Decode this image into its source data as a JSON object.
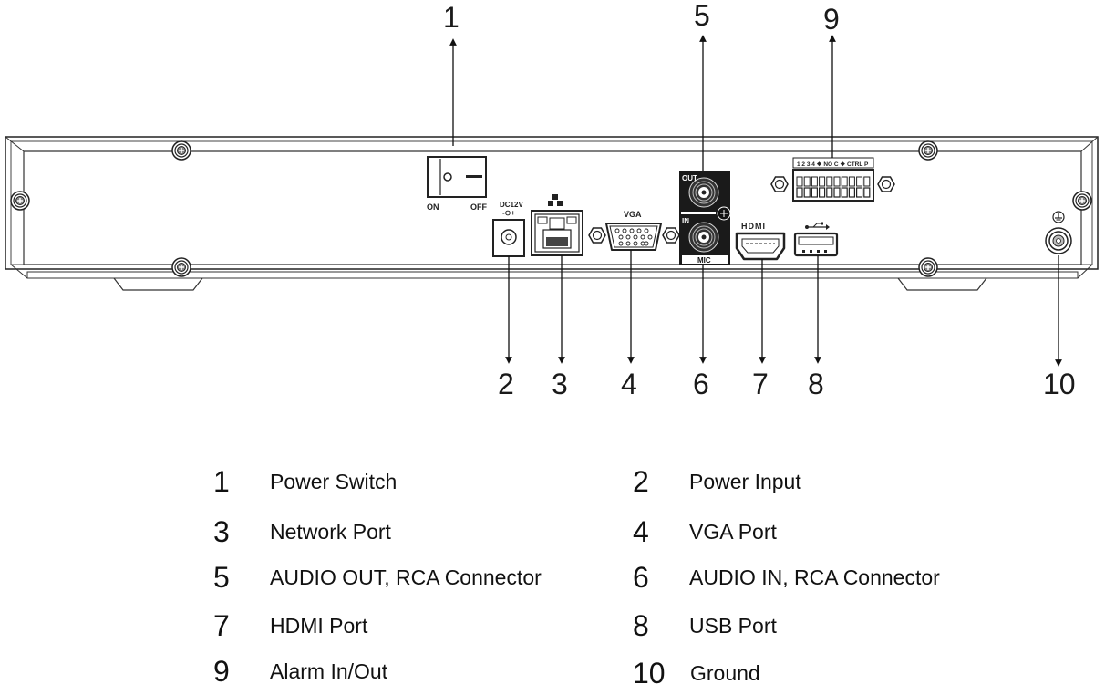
{
  "diagram": {
    "title": "NVR Rear Panel",
    "callouts": [
      {
        "id": "1",
        "label": "Power Switch"
      },
      {
        "id": "2",
        "label": "Power Input"
      },
      {
        "id": "3",
        "label": "Network Port"
      },
      {
        "id": "4",
        "label": "VGA Port"
      },
      {
        "id": "5",
        "label": "AUDIO OUT, RCA Connector"
      },
      {
        "id": "6",
        "label": "AUDIO IN, RCA Connector"
      },
      {
        "id": "7",
        "label": "HDMI Port"
      },
      {
        "id": "8",
        "label": "USB Port"
      },
      {
        "id": "9",
        "label": "Alarm In/Out"
      },
      {
        "id": "10",
        "label": "Ground"
      }
    ],
    "panel_labels": {
      "switch_on": "ON",
      "switch_off": "OFF",
      "dc": "DC12V",
      "vga": "VGA",
      "audio_out": "OUT",
      "audio_in": "IN",
      "mic": "MIC",
      "hdmi": "HDMI",
      "alarm_header": "1  2  3  4  ❖ NO C ❖ CTRL P"
    }
  }
}
